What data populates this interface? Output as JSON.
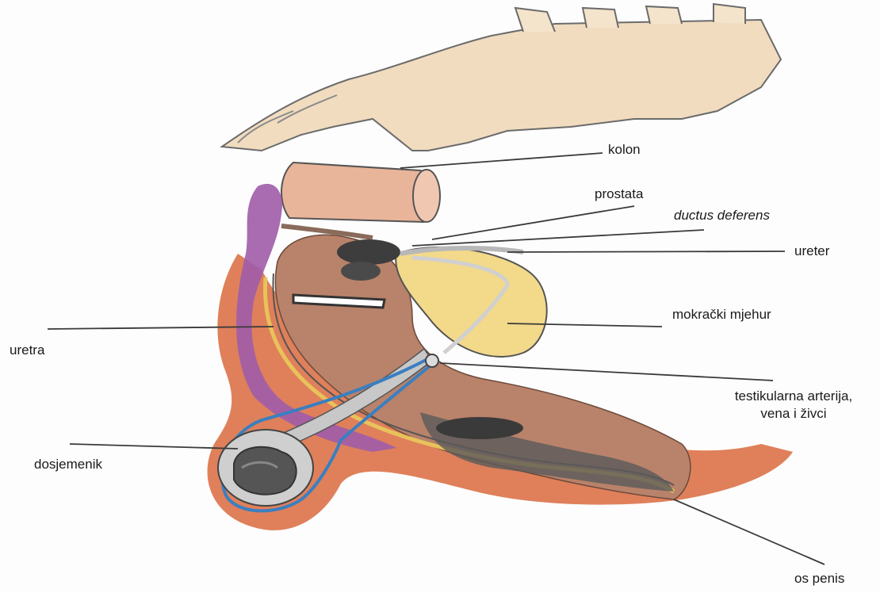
{
  "labels": {
    "kolon": "kolon",
    "prostata": "prostata",
    "ductus_deferens": "ductus deferens",
    "ureter": "ureter",
    "mokracni_mjehur": "mokrački mjehur",
    "uretra": "uretra",
    "testikularna_line1": "testikularna arterija,",
    "testikularna_line2": "vena i živci",
    "dosjemenik": "dosjemenik",
    "os_penis": "os penis"
  },
  "colors": {
    "bone": "#f1dcc0",
    "muscle_brown": "#b9826a",
    "bladder_yellow": "#f3d98a",
    "orange_red": "#d96a3e",
    "purple": "#a05ca8",
    "blue_duct": "#3a7fc0",
    "dark_gray": "#5a5a5a",
    "pink": "#e89a8a"
  }
}
